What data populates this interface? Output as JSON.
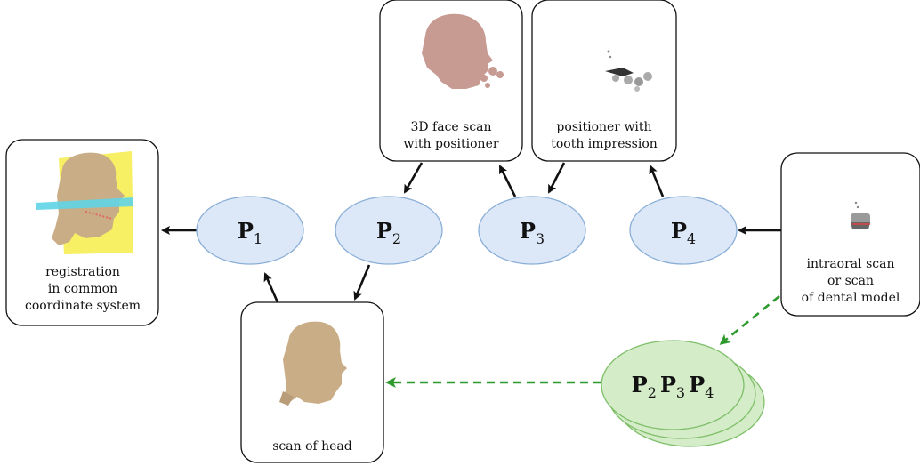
{
  "boxes": {
    "registration": {
      "line1": "registration",
      "line2": "in common",
      "line3": "coordinate system"
    },
    "face_scan": {
      "line1": "3D face scan",
      "line2": "with positioner"
    },
    "positioner": {
      "line1": "positioner with",
      "line2": "tooth impression"
    },
    "intraoral": {
      "line1": "intraoral scan",
      "line2": "or scan",
      "line3": "of dental model"
    },
    "head": {
      "line1": "scan of head"
    }
  },
  "nodes": {
    "p1": {
      "main": "P",
      "sub": "1"
    },
    "p2": {
      "main": "P",
      "sub": "2"
    },
    "p3": {
      "main": "P",
      "sub": "3"
    },
    "p4": {
      "main": "P",
      "sub": "4"
    },
    "stack": {
      "main1": "P",
      "sub1": "2",
      "main2": "P",
      "sub2": "3",
      "main3": "P",
      "sub3": "4"
    }
  },
  "colors": {
    "node_fill": "#dce8f8",
    "node_stroke": "#8aaed6",
    "stack_fill": "#d4ecc8",
    "stack_stroke": "#7fbf6a",
    "arrow": "#111111",
    "dashed_arrow": "#2e9a2e",
    "skin": "#c9ad86",
    "face_skin": "#c79a92",
    "plane_yellow": "#f7ee5c",
    "plane_cyan": "#5fd4e6"
  }
}
